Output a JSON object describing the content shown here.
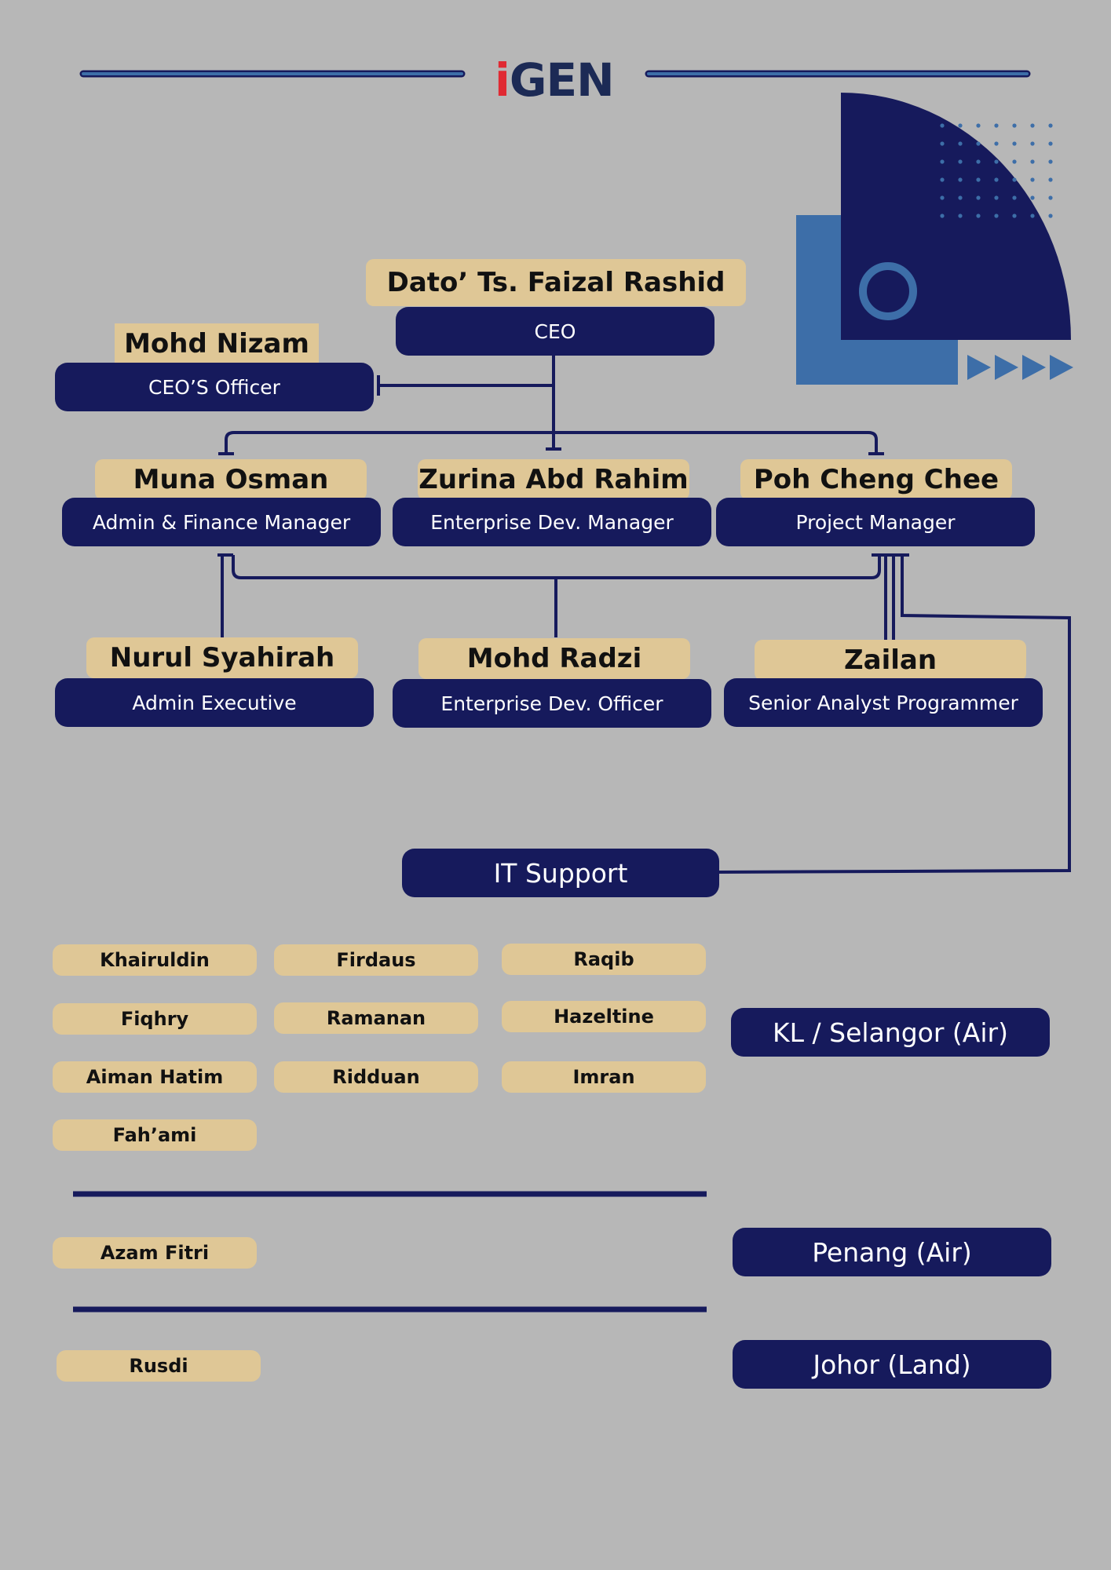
{
  "header": {
    "logo_text": "iGEN",
    "logo_dot_color": "#e02a33",
    "logo_color": "#1c2a55"
  },
  "colors": {
    "background": "#b7b7b7",
    "navy": "#161a5c",
    "blue": "#3d6ea8",
    "tan": "#dfc796"
  },
  "ceo": {
    "name": "Dato’ Ts. Faizal Rashid",
    "role": "CEO"
  },
  "ceo_officer": {
    "name": "Mohd Nizam",
    "role": "CEO’S Officer"
  },
  "managers": [
    {
      "name": "Muna Osman",
      "role": "Admin & Finance Manager"
    },
    {
      "name": "Zurina Abd Rahim",
      "role": "Enterprise Dev. Manager"
    },
    {
      "name": "Poh Cheng Chee",
      "role": "Project Manager"
    }
  ],
  "staff": [
    {
      "name": "Nurul Syahirah",
      "role": "Admin Executive"
    },
    {
      "name": "Mohd Radzi",
      "role": "Enterprise Dev. Officer"
    },
    {
      "name": "Zailan",
      "role": "Senior Analyst Programmer"
    }
  ],
  "it_support": {
    "label": "IT Support",
    "regions": [
      {
        "label": "KL / Selangor (Air)",
        "members": [
          "Khairuldin",
          "Firdaus",
          "Raqib",
          "Fiqhry",
          "Ramanan",
          "Hazeltine",
          "Aiman Hatim",
          "Ridduan",
          "Imran",
          "Fah’ami"
        ]
      },
      {
        "label": "Penang (Air)",
        "members": [
          "Azam Fitri"
        ]
      },
      {
        "label": "Johor (Land)",
        "members": [
          "Rusdi"
        ]
      }
    ]
  }
}
